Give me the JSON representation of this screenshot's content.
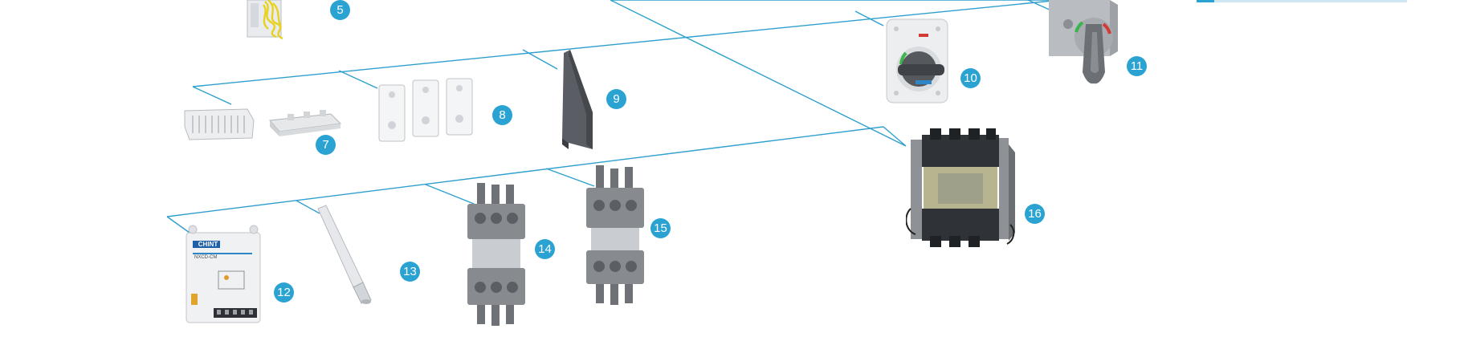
{
  "theme": {
    "accent": "#2aa3d3",
    "line": "#2e9fcf",
    "metal_dark": "#4a4d52",
    "metal_mid": "#7d8186",
    "metal_light": "#c9ccd0",
    "part_white": "#eef0f2"
  },
  "badges": [
    "5",
    "7",
    "8",
    "9",
    "10",
    "11",
    "12",
    "13",
    "14",
    "15",
    "16"
  ],
  "components": [
    {
      "id": "5",
      "name": "auxiliary-contact-wiring-icon"
    },
    {
      "id": "7",
      "name": "terminal-cover-icon"
    },
    {
      "id": "8",
      "name": "insulating-plates-icon"
    },
    {
      "id": "9",
      "name": "phase-barrier-icon"
    },
    {
      "id": "10",
      "name": "rotary-handle-icon"
    },
    {
      "id": "11",
      "name": "extended-rotary-handle-icon"
    },
    {
      "id": "12",
      "name": "controller-module-icon"
    },
    {
      "id": "13",
      "name": "extension-shaft-icon"
    },
    {
      "id": "14",
      "name": "connection-terminals-icon"
    },
    {
      "id": "15",
      "name": "rear-terminals-icon"
    },
    {
      "id": "16",
      "name": "withdrawable-chassis-icon"
    }
  ],
  "controller_label": {
    "brand": "CHINT",
    "model": "NXCD-CM"
  }
}
